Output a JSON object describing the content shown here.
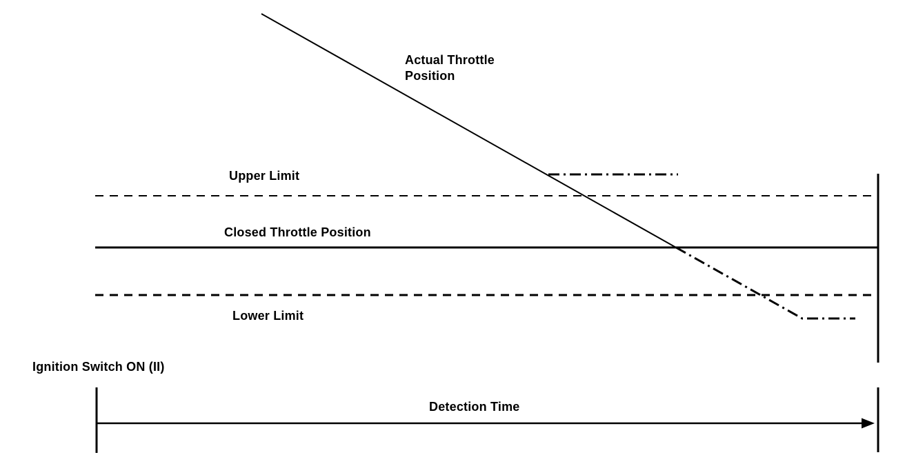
{
  "diagram": {
    "labels": {
      "actual_throttle": "Actual Throttle\nPosition",
      "upper_limit": "Upper Limit",
      "closed_throttle_position": "Closed Throttle Position",
      "lower_limit": "Lower Limit",
      "ignition_switch": "Ignition Switch ON (II)",
      "detection_time": "Detection Time"
    },
    "colors": {
      "ink": "#000000",
      "background": "#ffffff"
    },
    "lines": [
      {
        "name": "actual-throttle-trace-solid",
        "style": "solid",
        "meaning": "actual throttle position signal falling over time"
      },
      {
        "name": "actual-throttle-trace-below-closed",
        "style": "dash-dot",
        "meaning": "throttle signal continuing below closed throttle position, leveling off under lower limit"
      },
      {
        "name": "upper-limit-hold-marker",
        "style": "dash-dot",
        "meaning": "level marker where trace crosses above upper limit region"
      },
      {
        "name": "upper-limit-threshold",
        "style": "dashed",
        "meaning": "upper limit threshold"
      },
      {
        "name": "closed-throttle-position-line",
        "style": "solid",
        "meaning": "closed throttle position reference"
      },
      {
        "name": "lower-limit-threshold",
        "style": "dashed",
        "meaning": "lower limit threshold"
      },
      {
        "name": "ignition-on-start-line",
        "style": "solid",
        "meaning": "moment ignition switch turned ON (II)"
      },
      {
        "name": "right-boundary-line",
        "style": "solid",
        "meaning": "end of detection window"
      },
      {
        "name": "detection-time-axis",
        "style": "solid-arrow",
        "meaning": "detection time axis with right arrow"
      }
    ]
  }
}
